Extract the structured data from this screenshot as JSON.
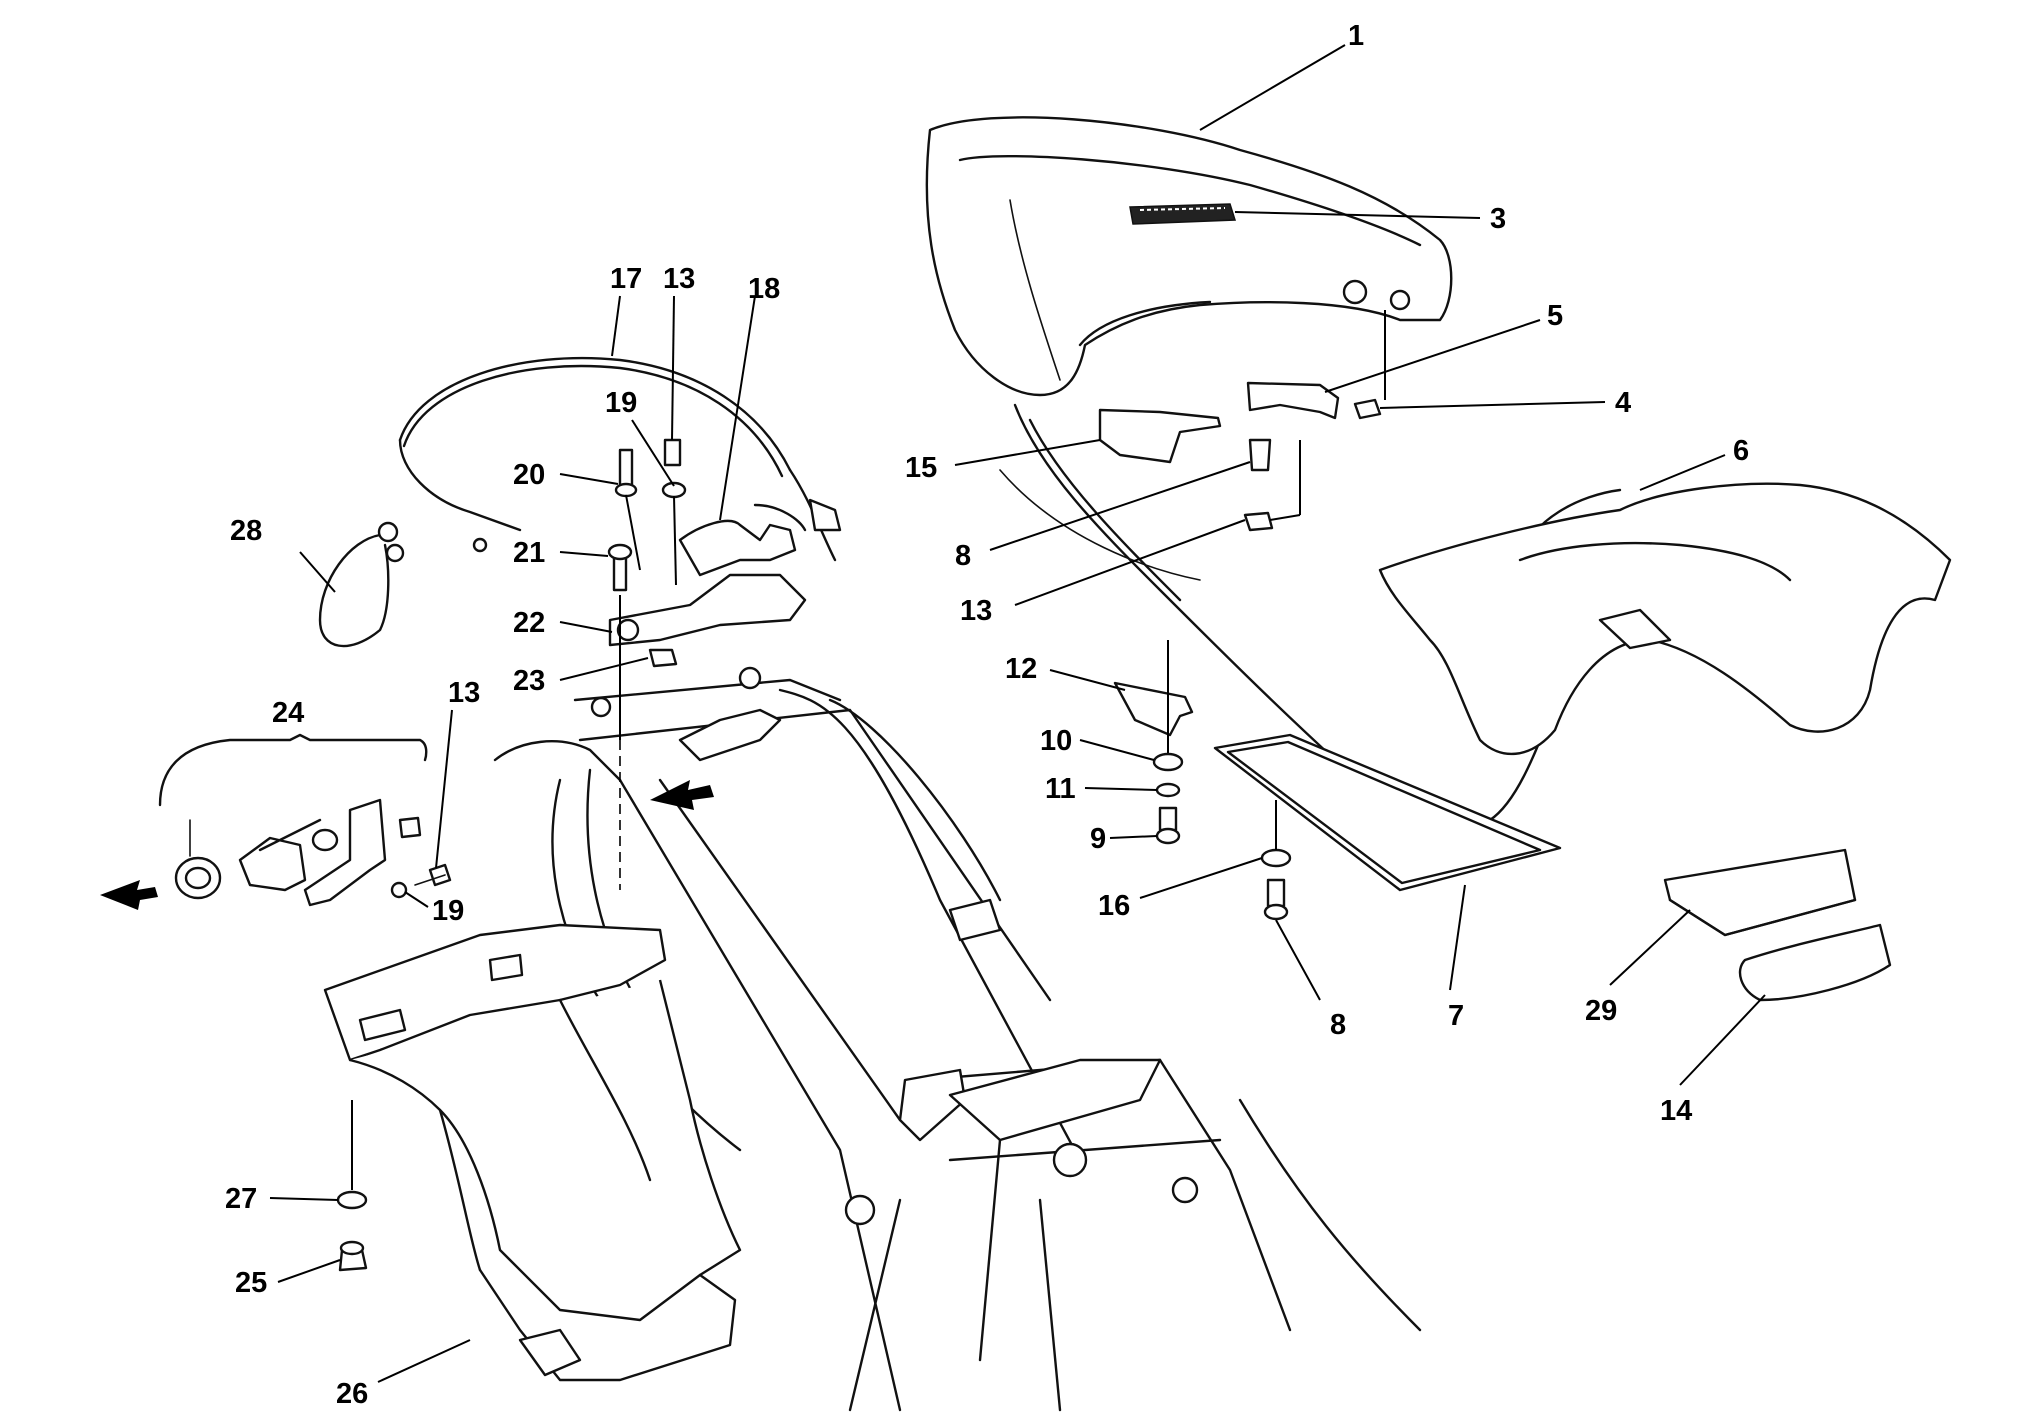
{
  "callouts": [
    {
      "id": "c1",
      "label": "1"
    },
    {
      "id": "c3",
      "label": "3"
    },
    {
      "id": "c5",
      "label": "5"
    },
    {
      "id": "c4",
      "label": "4"
    },
    {
      "id": "c6",
      "label": "6"
    },
    {
      "id": "c15",
      "label": "15"
    },
    {
      "id": "c8a",
      "label": "8"
    },
    {
      "id": "c13a",
      "label": "13"
    },
    {
      "id": "c12",
      "label": "12"
    },
    {
      "id": "c10",
      "label": "10"
    },
    {
      "id": "c11",
      "label": "11"
    },
    {
      "id": "c9",
      "label": "9"
    },
    {
      "id": "c16",
      "label": "16"
    },
    {
      "id": "c8b",
      "label": "8"
    },
    {
      "id": "c7",
      "label": "7"
    },
    {
      "id": "c29",
      "label": "29"
    },
    {
      "id": "c14",
      "label": "14"
    },
    {
      "id": "c17",
      "label": "17"
    },
    {
      "id": "c13b",
      "label": "13"
    },
    {
      "id": "c18",
      "label": "18"
    },
    {
      "id": "c19a",
      "label": "19"
    },
    {
      "id": "c20",
      "label": "20"
    },
    {
      "id": "c21",
      "label": "21"
    },
    {
      "id": "c22",
      "label": "22"
    },
    {
      "id": "c23",
      "label": "23"
    },
    {
      "id": "c28",
      "label": "28"
    },
    {
      "id": "c24",
      "label": "24"
    },
    {
      "id": "c13c",
      "label": "13"
    },
    {
      "id": "c19b",
      "label": "19"
    },
    {
      "id": "c27",
      "label": "27"
    },
    {
      "id": "c25",
      "label": "25"
    },
    {
      "id": "c26",
      "label": "26"
    }
  ]
}
